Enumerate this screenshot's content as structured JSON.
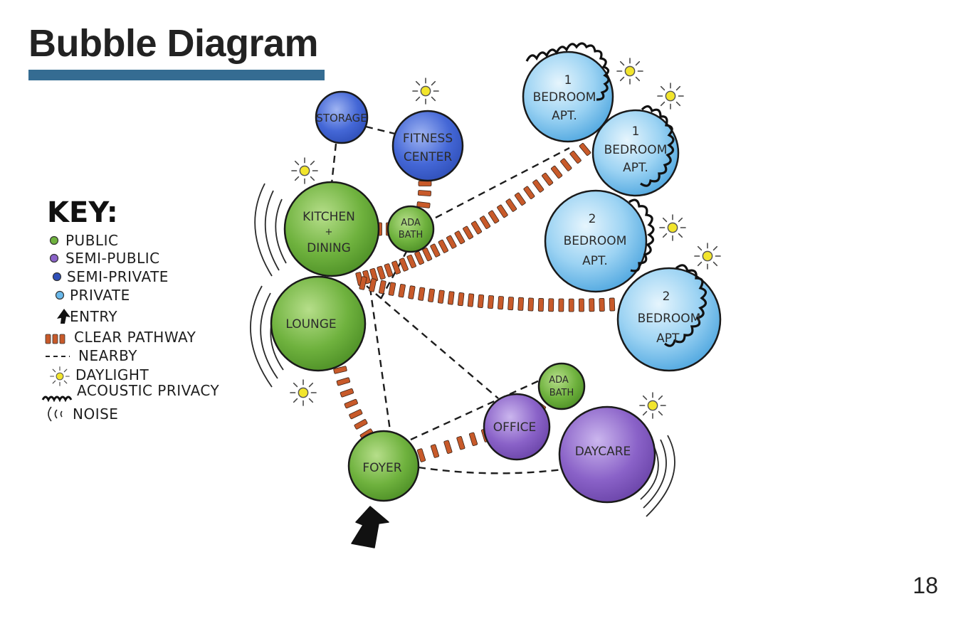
{
  "title": "Bubble Diagram",
  "page_number": "18",
  "colors": {
    "accent_bar": "#356c92",
    "public": "#6fb23e",
    "semi_public": "#8a62c8",
    "semi_private": "#4467d6",
    "private": "#69b8ea",
    "clear_pathway": "#c85a2a",
    "daylight": "#f2e52c"
  },
  "key": {
    "title": "KEY:",
    "items": [
      {
        "label": "PUBLIC",
        "icon": "green-dot-icon"
      },
      {
        "label": "SEMI-PUBLIC",
        "icon": "purple-dot-icon"
      },
      {
        "label": "SEMI-PRIVATE",
        "icon": "dark-blue-dot-icon"
      },
      {
        "label": "PRIVATE",
        "icon": "light-blue-dot-icon"
      },
      {
        "label": "ENTRY",
        "icon": "entry-arrow-icon"
      },
      {
        "label": "CLEAR PATHWAY",
        "icon": "pathway-hatch-icon"
      },
      {
        "label": "NEARBY",
        "icon": "dashed-line-icon"
      },
      {
        "label": "DAYLIGHT",
        "icon": "sun-icon"
      },
      {
        "label": "ACOUSTIC PRIVACY",
        "icon": "squiggle-icon"
      },
      {
        "label": "NOISE",
        "icon": "noise-waves-icon"
      }
    ]
  },
  "bubbles": {
    "storage": {
      "lines": [
        "STORAGE"
      ],
      "zone": "semi_private"
    },
    "fitness": {
      "lines": [
        "FITNESS",
        "CENTER"
      ],
      "zone": "semi_private"
    },
    "kitchen": {
      "lines": [
        "KITCHEN",
        "+",
        "DINING"
      ],
      "zone": "public"
    },
    "ada_bath_top": {
      "lines": [
        "ADA",
        "BATH"
      ],
      "zone": "public"
    },
    "lounge": {
      "lines": [
        "LOUNGE"
      ],
      "zone": "public"
    },
    "foyer": {
      "lines": [
        "FOYER"
      ],
      "zone": "public"
    },
    "office": {
      "lines": [
        "OFFICE"
      ],
      "zone": "semi_public"
    },
    "ada_bath_bottom": {
      "lines": [
        "ADA",
        "BATH"
      ],
      "zone": "public"
    },
    "daycare": {
      "lines": [
        "DAYCARE"
      ],
      "zone": "semi_public"
    },
    "apt1a": {
      "lines": [
        "1",
        "BEDROOM",
        "APT."
      ],
      "zone": "private"
    },
    "apt1b": {
      "lines": [
        "1",
        "BEDROOM",
        "APT."
      ],
      "zone": "private"
    },
    "apt2a": {
      "lines": [
        "2",
        "BEDROOM",
        "APT."
      ],
      "zone": "private"
    },
    "apt2b": {
      "lines": [
        "2",
        "BEDROOM",
        "APT."
      ],
      "zone": "private"
    }
  }
}
